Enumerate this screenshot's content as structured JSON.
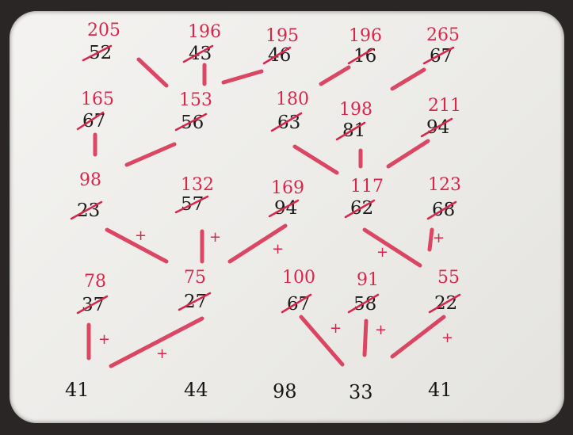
{
  "rows": [
    [
      {
        "sum": "205",
        "base": "52"
      },
      {
        "sum": "196",
        "base": "43"
      },
      {
        "sum": "195",
        "base": "46"
      },
      {
        "sum": "196",
        "base": "16"
      },
      {
        "sum": "265",
        "base": "67"
      }
    ],
    [
      {
        "sum": "165",
        "base": "67"
      },
      {
        "sum": "153",
        "base": "56"
      },
      {
        "sum": "180",
        "base": "63"
      },
      {
        "sum": "198",
        "base": "81"
      },
      {
        "sum": "211",
        "base": "94"
      }
    ],
    [
      {
        "sum": "98",
        "base": "23"
      },
      {
        "sum": "132",
        "base": "57"
      },
      {
        "sum": "169",
        "base": "94"
      },
      {
        "sum": "117",
        "base": "62"
      },
      {
        "sum": "123",
        "base": "68"
      }
    ],
    [
      {
        "sum": "78",
        "base": "37"
      },
      {
        "sum": "75",
        "base": "27"
      },
      {
        "sum": "100",
        "base": "67"
      },
      {
        "sum": "91",
        "base": "58"
      },
      {
        "sum": "55",
        "base": "22"
      }
    ]
  ],
  "bottom_row": [
    "41",
    "44",
    "98",
    "33",
    "41"
  ],
  "plus_sign": "+"
}
